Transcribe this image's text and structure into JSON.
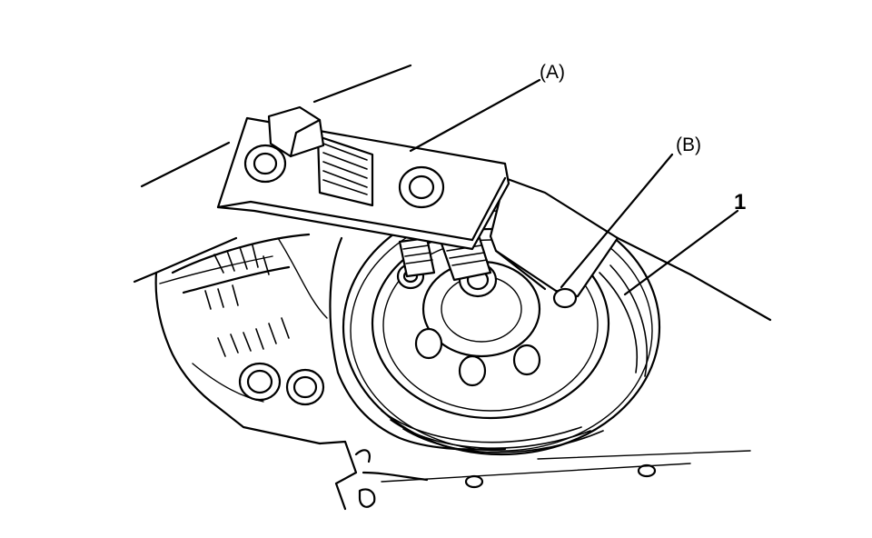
{
  "labels": {
    "a": "(A)",
    "b": "(B)",
    "one": "1"
  }
}
